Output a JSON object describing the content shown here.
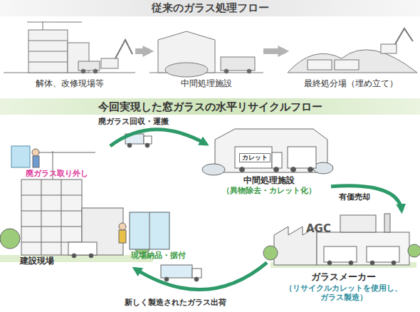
{
  "diagram": {
    "title": "従来のガラス処理フロー",
    "nodes": [
      {
        "text": [
          "解体、改修現場等"
        ]
      },
      {
        "text": [
          "中間処理施設"
        ]
      },
      {
        "text": [
          "最終処分場（埋め立て）"
        ]
      },
      {
        "text": [
          "中間処理施設",
          "（異物除去・カレット化）"
        ]
      },
      {
        "text": [
          "建設現場"
        ]
      },
      {
        "text": [
          "ガラスメーカー",
          "（リサイクルカレットを使用し、ガラス製造）"
        ]
      }
    ],
    "edges": [
      {
        "from": 0,
        "to": 1,
        "arrow": "to"
      },
      {
        "from": 1,
        "to": 2,
        "arrow": "to"
      },
      {
        "from": 4,
        "to": 3,
        "label": "廃ガラス回収・運搬",
        "arrow": "to"
      },
      {
        "from": 3,
        "to": 5,
        "label": "有価売却",
        "arrow": "to"
      },
      {
        "from": 5,
        "to": 4,
        "label": "新しく製造されたガラス出荷",
        "arrow": "to"
      }
    ],
    "labels": [
      "今回実現した窓ガラスの水平リサイクルフロー",
      "廃ガラス取り外し",
      "カレット",
      "現場納品・据付",
      "AGC"
    ]
  }
}
